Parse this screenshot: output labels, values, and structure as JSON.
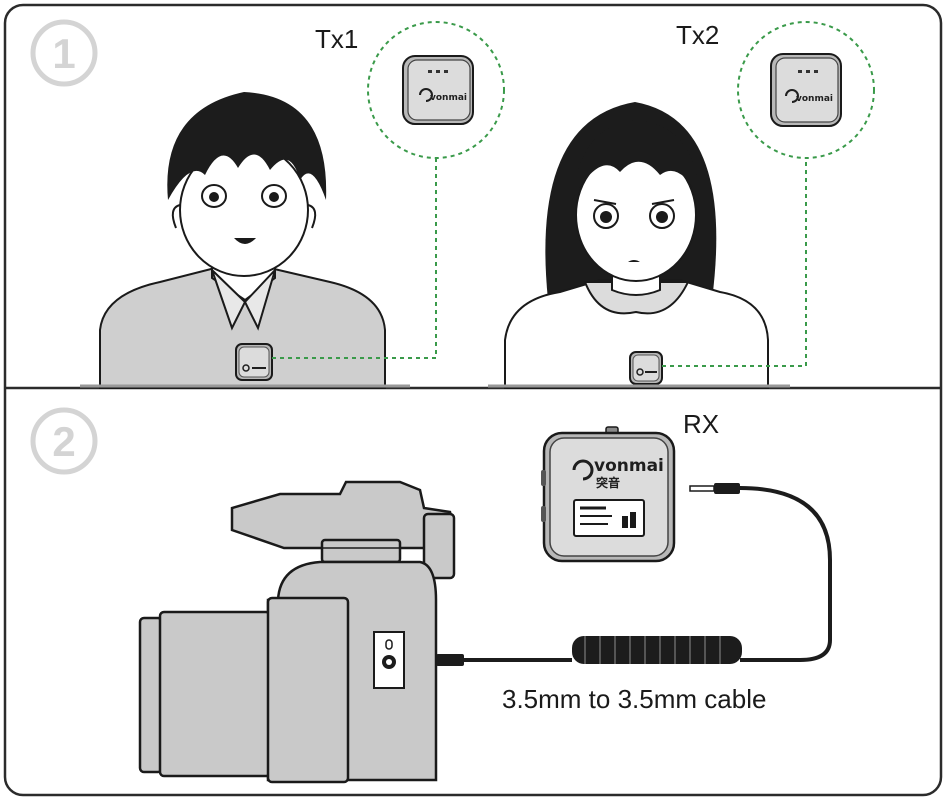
{
  "steps": [
    {
      "number": "1"
    },
    {
      "number": "2"
    }
  ],
  "transmitters": [
    {
      "label": "Tx1",
      "brand": "vonmai"
    },
    {
      "label": "Tx2",
      "brand": "vonmai"
    }
  ],
  "receiver": {
    "label": "RX",
    "brand": "vonmai",
    "brand_cn": "突音"
  },
  "cable_caption": "3.5mm to 3.5mm cable",
  "colors": {
    "frame": "#2b2b2b",
    "dashed_link": "#3a9a4a",
    "device_body": "#b8b8b8",
    "device_face": "#dcdcdc",
    "skin": "#ffffff",
    "hair": "#1c1c1c",
    "shirt": "#cfcfcf",
    "camera": "#c9c9c9"
  }
}
